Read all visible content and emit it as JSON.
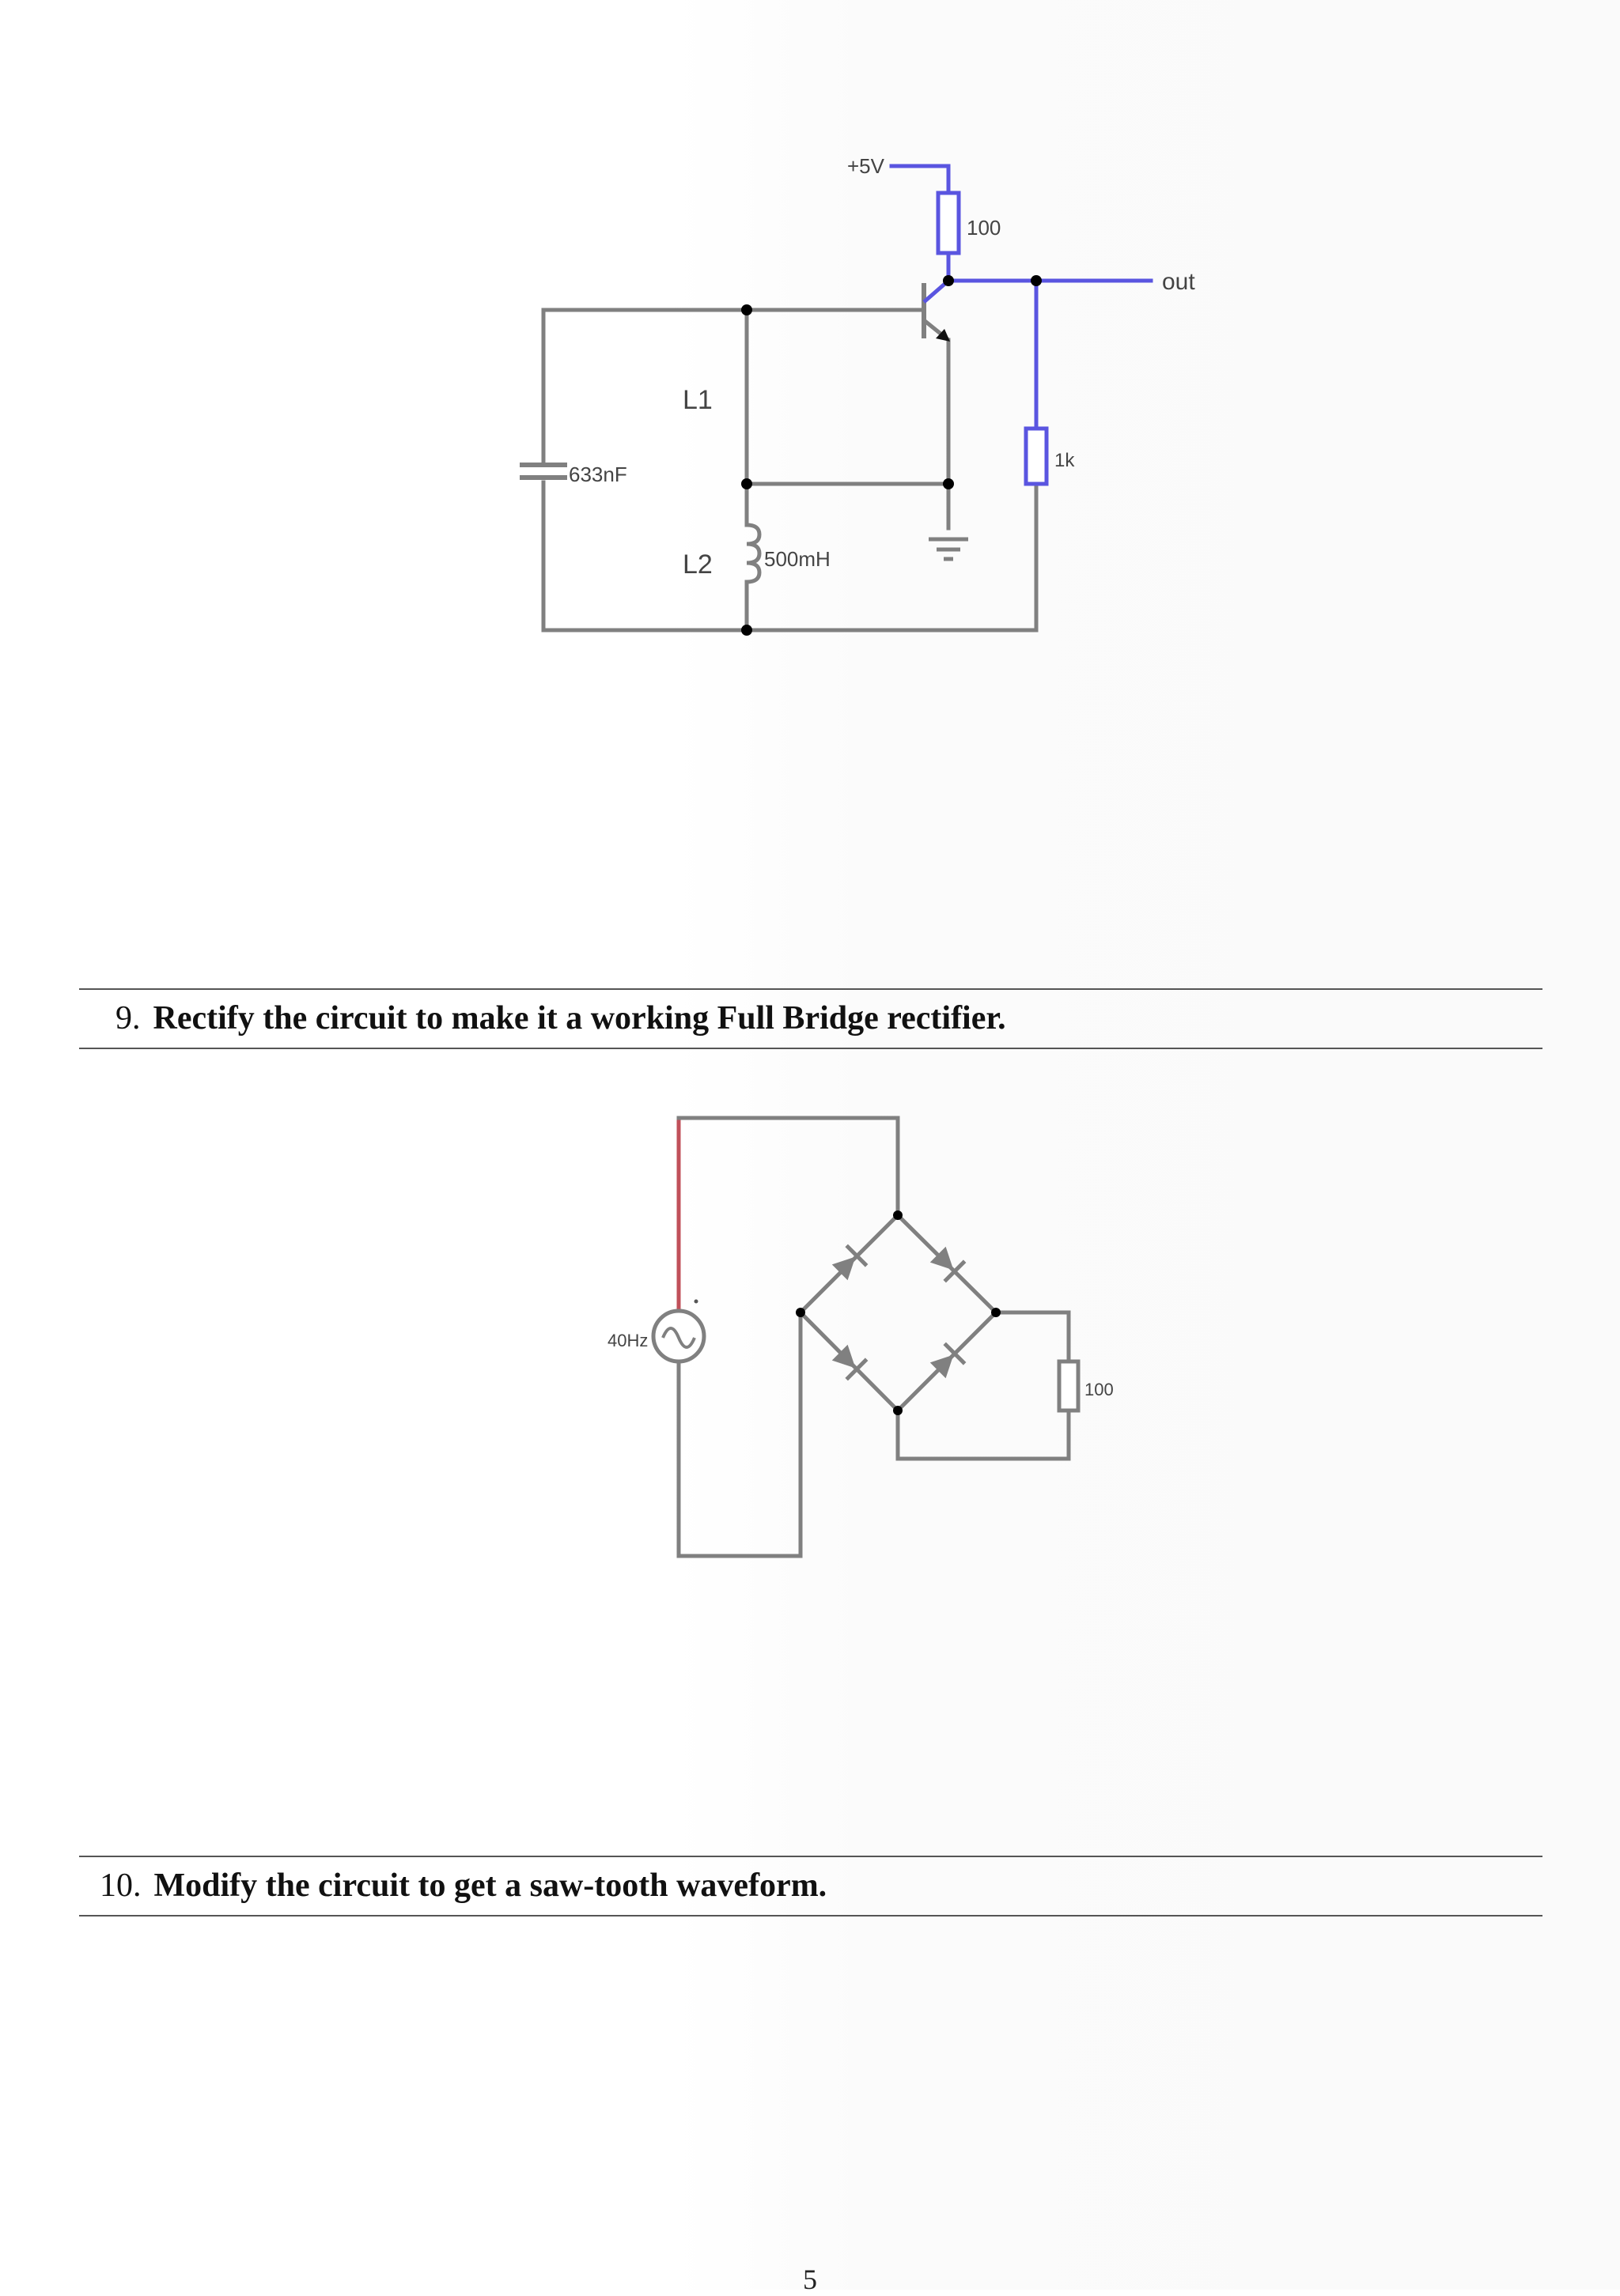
{
  "circuit_top": {
    "labels": {
      "supply": "+5V",
      "collector_resistor": "100",
      "output": "out",
      "load_resistor": "1k",
      "capacitor": "633nF",
      "inductor_1": "L1",
      "inductor_2": "L2",
      "inductance": "500mH"
    }
  },
  "question_9": {
    "number": "9.",
    "text": "Rectify the circuit to make it a working Full Bridge rectifier."
  },
  "circuit_bridge": {
    "labels": {
      "source_frequency": "40Hz",
      "load_resistor": "100"
    }
  },
  "question_10": {
    "number": "10.",
    "text": "Modify the circuit to get a saw-tooth waveform."
  },
  "page_number": "5",
  "colors": {
    "wire": "#808080",
    "highlight_blue": "#5a55e0",
    "highlight_red": "#c0505a"
  }
}
